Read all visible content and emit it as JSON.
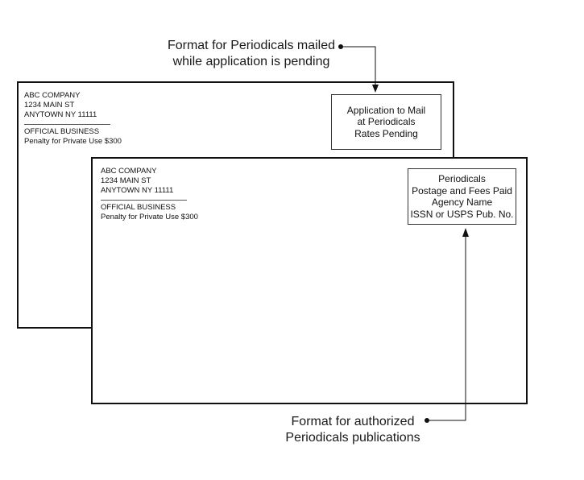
{
  "callouts": {
    "top": {
      "line1": "Format for Periodicals mailed",
      "line2": "while application is pending"
    },
    "bottom": {
      "line1": "Format for authorized",
      "line2": "Periodicals publications"
    }
  },
  "envelope_back": {
    "return_address": {
      "company": "ABC COMPANY",
      "street": "1234 MAIN ST",
      "city": "ANYTOWN NY 11111",
      "official": "OFFICIAL BUSINESS",
      "penalty": "Penalty for Private Use $300"
    },
    "indicia": {
      "line1": "Application to Mail",
      "line2": "at Periodicals",
      "line3": "Rates Pending"
    }
  },
  "envelope_front": {
    "return_address": {
      "company": "ABC COMPANY",
      "street": "1234 MAIN ST",
      "city": "ANYTOWN NY 11111",
      "official": "OFFICIAL BUSINESS",
      "penalty": "Penalty for Private Use $300"
    },
    "indicia": {
      "line1": "Periodicals",
      "line2": "Postage and Fees Paid",
      "line3": "Agency Name",
      "line4": "ISSN or USPS Pub. No."
    }
  },
  "colors": {
    "ink": "#111111",
    "background": "#ffffff"
  }
}
